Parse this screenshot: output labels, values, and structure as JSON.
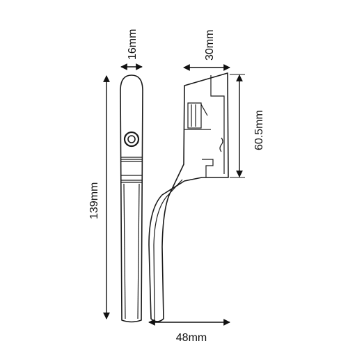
{
  "diagram": {
    "dimensions": {
      "width_front": "16mm",
      "height_total": "139mm",
      "depth_top": "30mm",
      "height_side": "60.5mm",
      "width_base": "48mm"
    },
    "colors": {
      "line": "#1a1a1a",
      "background": "#ffffff"
    }
  }
}
